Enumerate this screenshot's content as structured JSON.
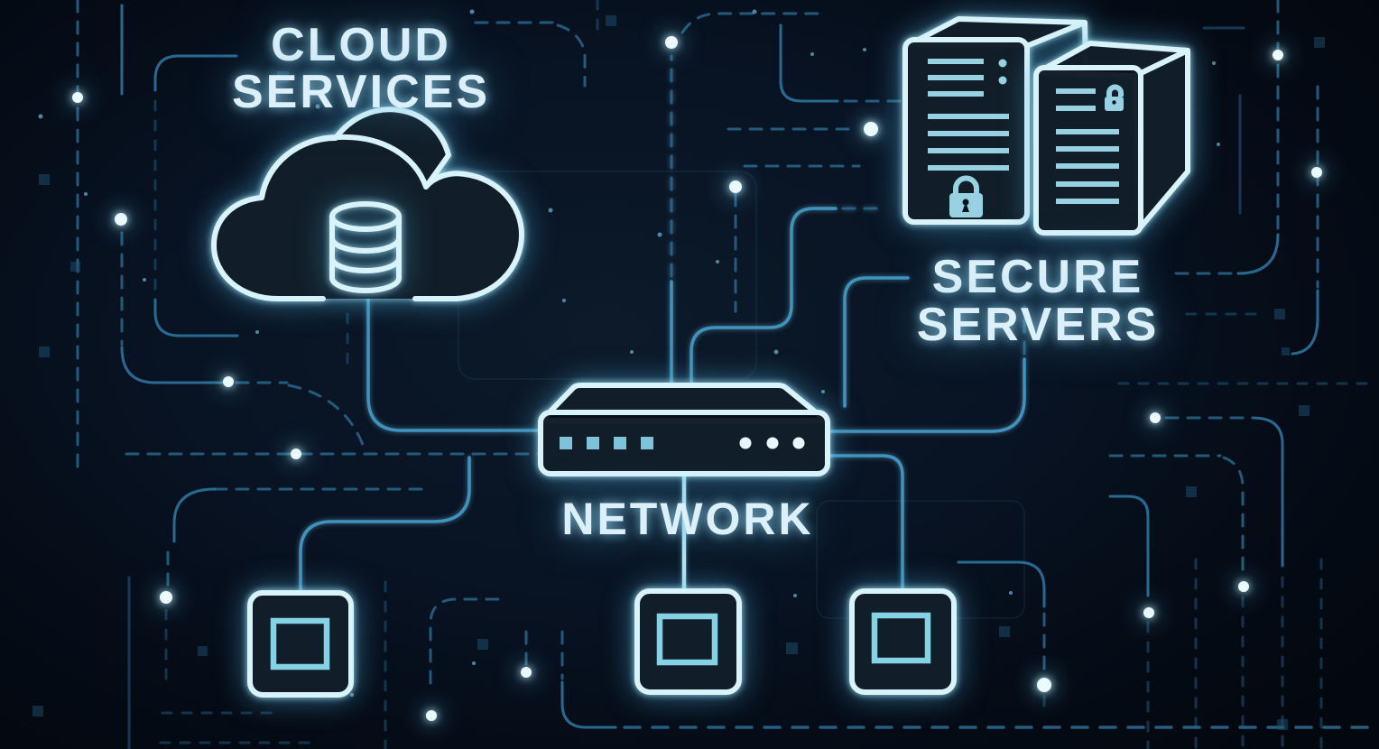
{
  "meta": {
    "title": "Secure network infrastructure diagram"
  },
  "labels": {
    "cloud_line1": "CLOUD",
    "cloud_line2": "SERVICES",
    "secure_line1": "SECURE",
    "secure_line2": "SERVERS",
    "network": "NETWORK"
  },
  "nodes": [
    {
      "id": "cloud-services",
      "label": "CLOUD SERVICES",
      "icon": "cloud-database-icon"
    },
    {
      "id": "secure-servers",
      "label": "SECURE SERVERS",
      "icon": "server-towers-lock-icon"
    },
    {
      "id": "network",
      "label": "NETWORK",
      "icon": "network-switch-icon"
    },
    {
      "id": "endpoint-1",
      "icon": "endpoint-square-icon"
    },
    {
      "id": "endpoint-2",
      "icon": "endpoint-square-icon"
    },
    {
      "id": "endpoint-3",
      "icon": "endpoint-square-icon"
    }
  ],
  "connections": [
    {
      "from": "cloud-services",
      "to": "network"
    },
    {
      "from": "network",
      "to": "secure-servers"
    },
    {
      "from": "network",
      "to": "endpoint-1"
    },
    {
      "from": "network",
      "to": "endpoint-2"
    },
    {
      "from": "network",
      "to": "endpoint-3"
    }
  ],
  "colors": {
    "background": "#060d18",
    "icon_stroke": "#d9f3fa",
    "accent_glow": "#7fd4e8",
    "trace": "#2e7aa4",
    "dash": "#2b6d93",
    "text": "#dbf0fa",
    "detail_fill": "#9fdcec",
    "port_square": "#7fc3d8",
    "port_dot": "#e8f6fa"
  }
}
